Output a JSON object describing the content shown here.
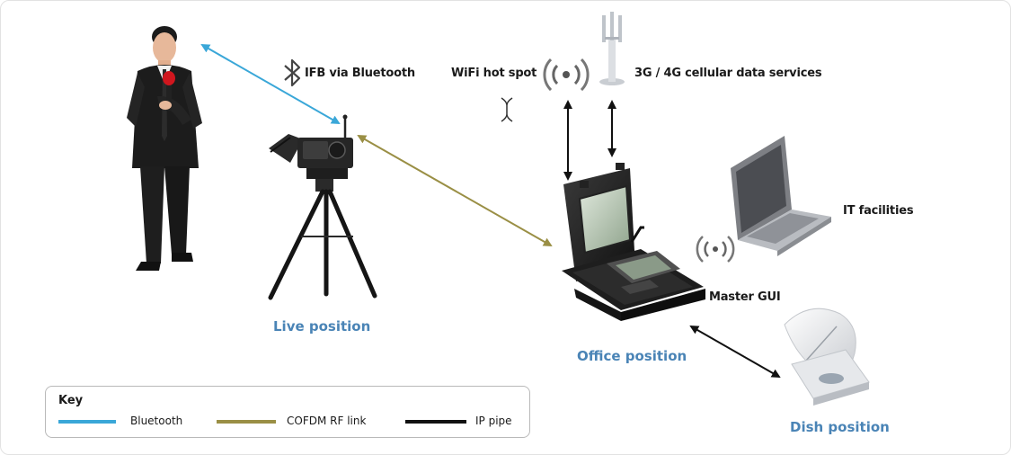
{
  "labels": {
    "ifb_bluetooth": "IFB via Bluetooth",
    "wifi_hotspot": "WiFi hot spot",
    "cellular": "3G  / 4G cellular data services",
    "it_facilities": "IT facilities",
    "master_gui": "Master GUI"
  },
  "positions": {
    "live": "Live position",
    "office": "Office position",
    "dish": "Dish position"
  },
  "key": {
    "title": "Key",
    "items": [
      {
        "label": "Bluetooth",
        "color": "#3aa7d8"
      },
      {
        "label": "COFDM RF link",
        "color": "#9a8f45"
      },
      {
        "label": "IP pipe",
        "color": "#111111"
      }
    ]
  },
  "colors": {
    "bluetooth": "#3aa7d8",
    "cofdm": "#9a8f45",
    "ip": "#111111",
    "position_label": "#4a84b6"
  },
  "icons": {
    "bluetooth": "bluetooth-icon",
    "wifi": "wifi-signal-icon",
    "cell_tower": "cell-tower-icon",
    "laptop": "laptop-icon",
    "case": "transit-case-icon",
    "dish": "satellite-dish-icon",
    "camera": "video-camera-icon",
    "person": "reporter-person-icon"
  }
}
